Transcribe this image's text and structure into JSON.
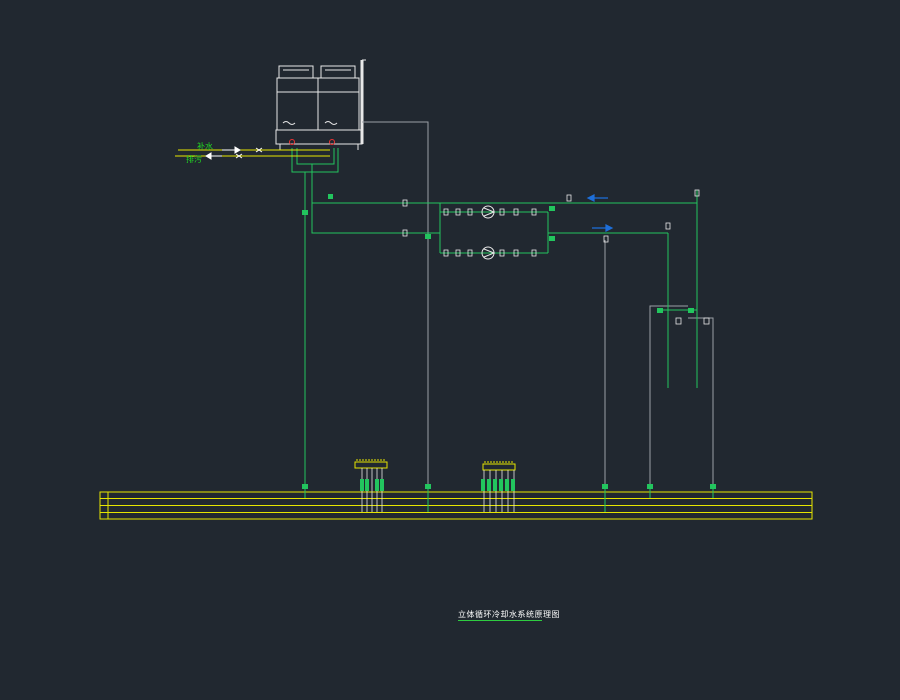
{
  "labels": {
    "makeup_water": "补水",
    "drain": "排污"
  },
  "title": "立体循环冷却水系统原理图",
  "colors": {
    "background": "#212830",
    "pipe_green": "#22c55e",
    "pipe_grey": "#9aa0a6",
    "header_yellow": "#e6e600",
    "flow_arrow_blue": "#1e6fd9",
    "equipment_white": "#e8e8e8"
  },
  "icons": [
    "cooling-tower-icon",
    "pump-icon",
    "valve-icon",
    "flow-arrow-icon"
  ]
}
